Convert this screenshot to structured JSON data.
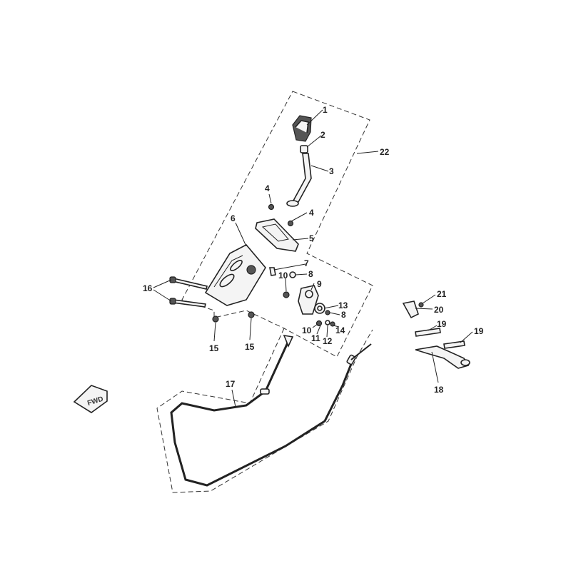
{
  "labels": {
    "l1": "1",
    "l2": "2",
    "l3": "3",
    "l4a": "4",
    "l4b": "4",
    "l5": "5",
    "l6": "6",
    "l7": "7",
    "l8a": "8",
    "l8b": "8",
    "l9": "9",
    "l10a": "10",
    "l10b": "10",
    "l11": "11",
    "l12": "12",
    "l13": "13",
    "l14": "14",
    "l15a": "15",
    "l15b": "15",
    "l16": "16",
    "l17": "17",
    "l18": "18",
    "l19a": "19",
    "l19b": "19",
    "l20": "20",
    "l21": "21",
    "l22": "22"
  },
  "fwd_text": "FWD",
  "colors": {
    "ink": "#222222",
    "background": "#ffffff"
  }
}
